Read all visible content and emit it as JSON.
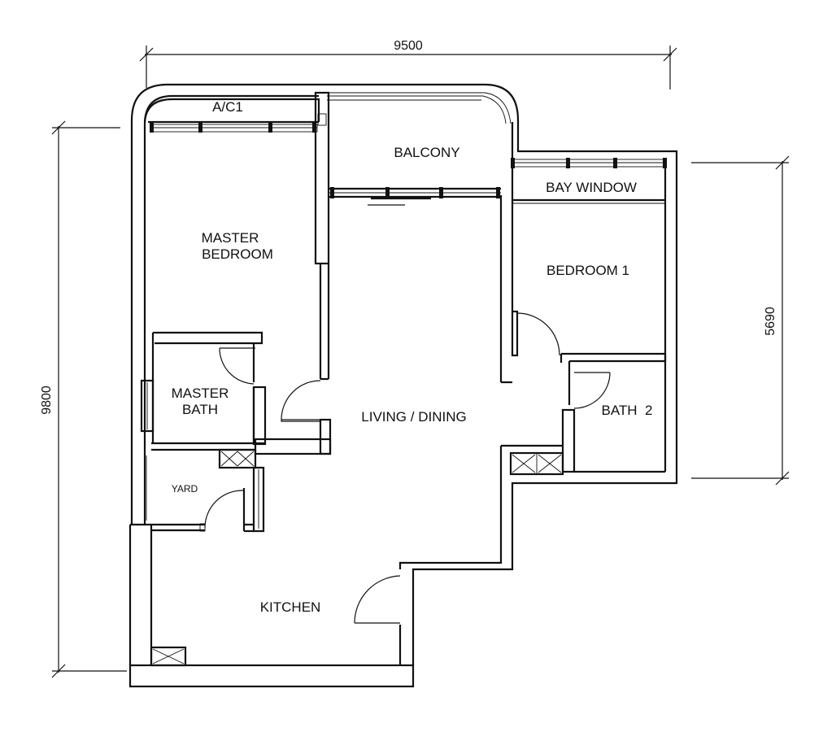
{
  "dimensions": {
    "width_total": "9500",
    "height_total": "9800",
    "height_right": "5690"
  },
  "rooms": {
    "ac": "A/C1",
    "balcony": "BALCONY",
    "bay_window": "BAY WINDOW",
    "master_bedroom_line1": "MASTER",
    "master_bedroom_line2": "BEDROOM",
    "bedroom1": "BEDROOM 1",
    "master_bath_line1": "MASTER",
    "master_bath_line2": "BATH",
    "living_dining": "LIVING / DINING",
    "bath2": "BATH  2",
    "yard": "YARD",
    "kitchen": "KITCHEN"
  }
}
